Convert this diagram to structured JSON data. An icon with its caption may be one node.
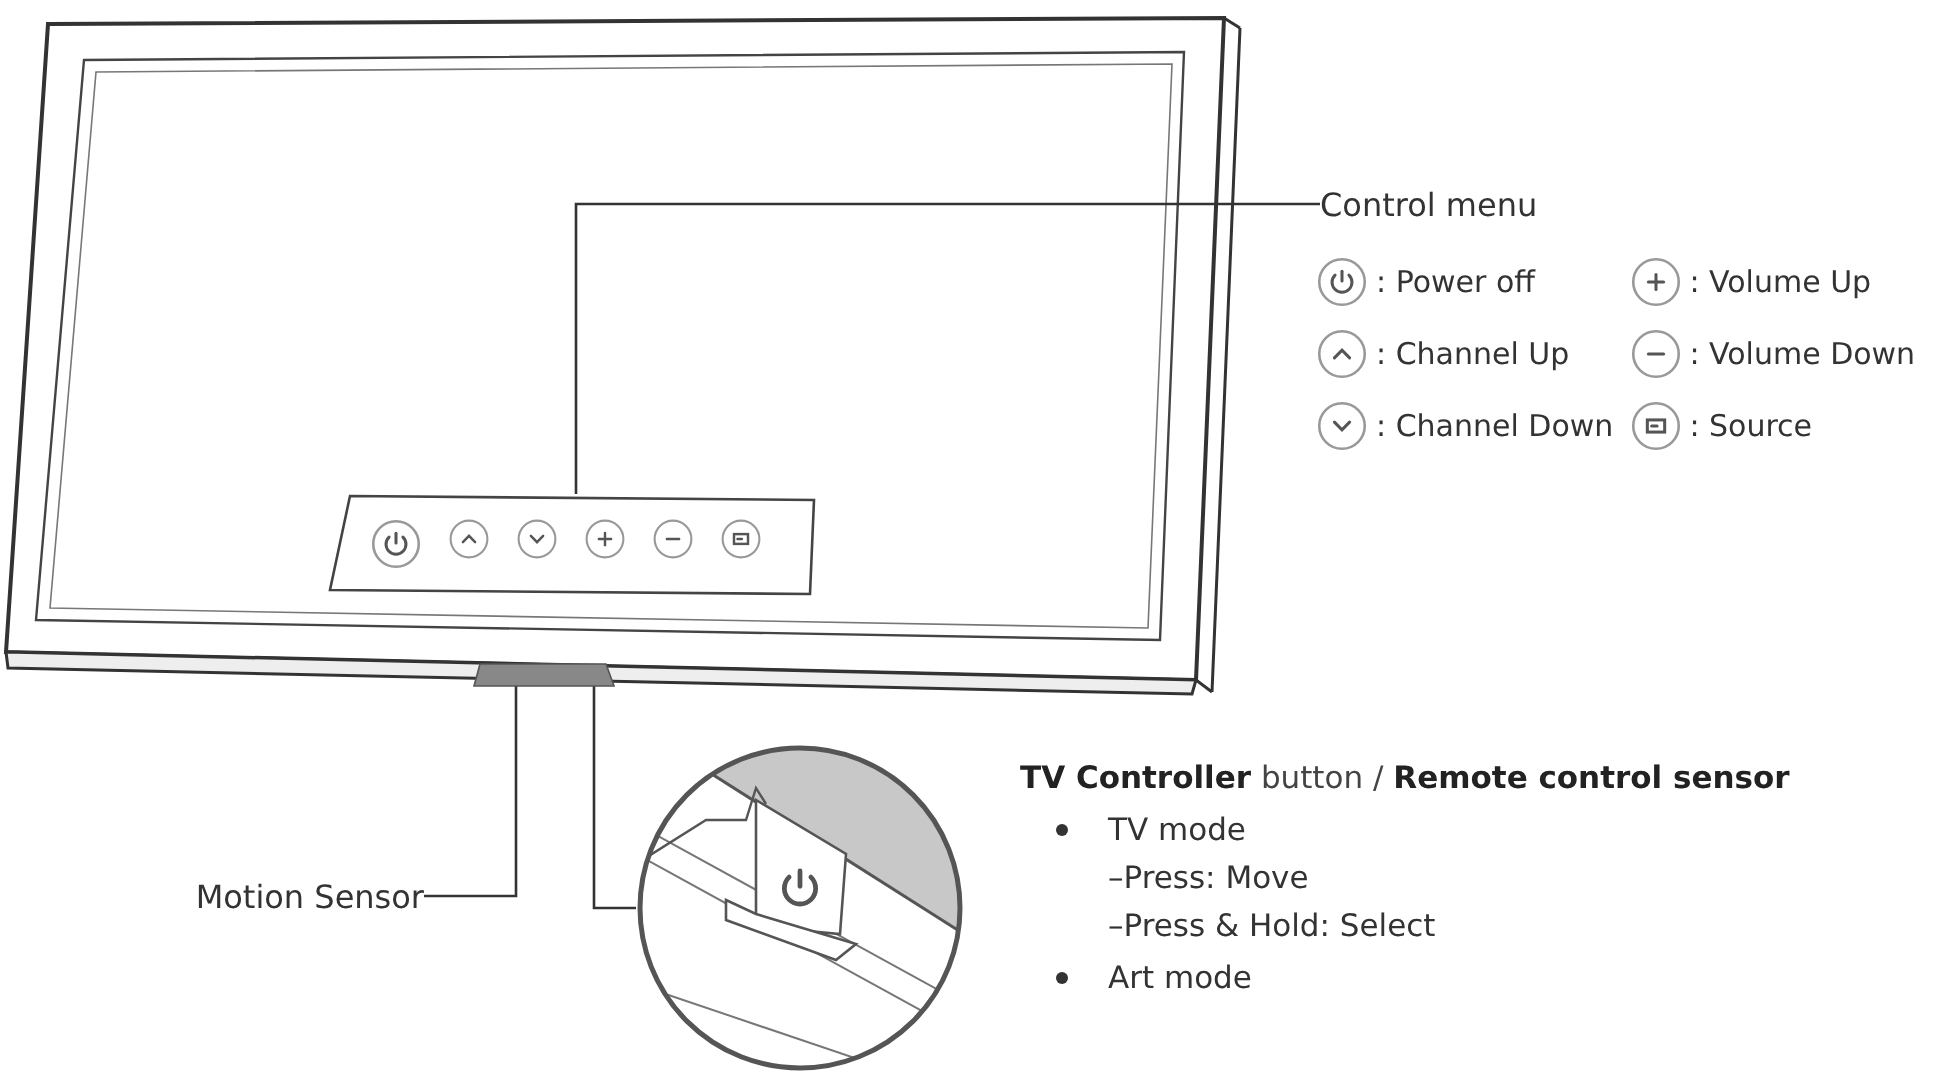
{
  "diagram": {
    "nodes": [
      {
        "text": [
          "Control menu"
        ]
      },
      {
        "text": [],
        "shape": "box"
      },
      {
        "text": [],
        "shape": "bar"
      },
      {
        "text": [
          "Motion Sensor"
        ]
      },
      {
        "text": [],
        "shape": "picture"
      }
    ],
    "edges": [
      {
        "from": 0,
        "to": 1,
        "arrow": "none"
      },
      {
        "from": 3,
        "to": 2,
        "arrow": "none"
      },
      {
        "from": 2,
        "to": 4,
        "arrow": "none"
      }
    ],
    "labels": [
      ": Power off",
      ": Volume Up",
      ": Channel Up",
      ": Volume Down",
      ": Channel Down",
      ": Source",
      "**TV Controller** button / **Remote control sensor**",
      "TV mode",
      "–Press: Move",
      "–Press & Hold: Select",
      "Art mode"
    ]
  }
}
